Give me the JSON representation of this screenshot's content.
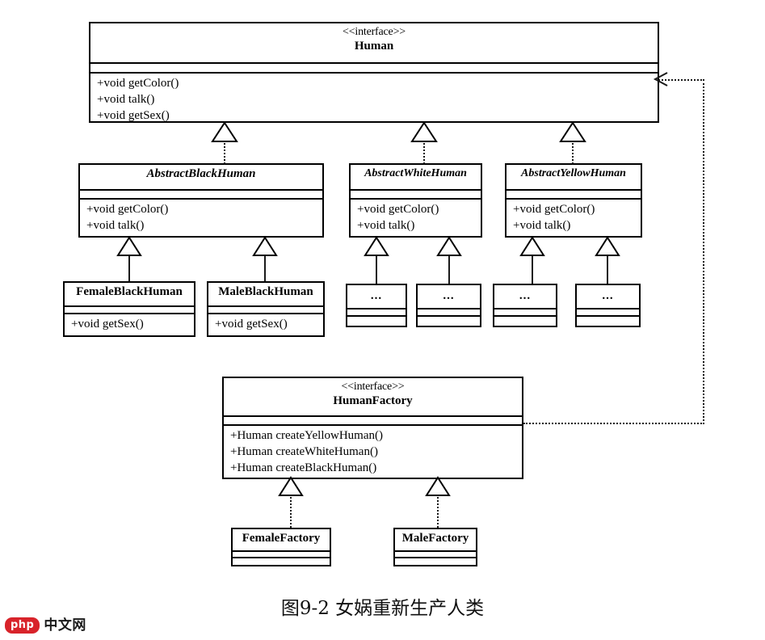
{
  "diagram": {
    "title_caption": "图9-2 女娲重新生产人类",
    "colors": {
      "line": "#1a1a1a",
      "box_border": "#000000",
      "background": "#ffffff",
      "watermark_badge": "#d8232a"
    },
    "classes": {
      "human": {
        "stereotype": "<<interface>>",
        "name": "Human",
        "methods": [
          "+void getColor()",
          "+void talk()",
          "+void getSex()"
        ]
      },
      "abstract_black_human": {
        "name": "AbstractBlackHuman",
        "methods": [
          "+void getColor()",
          "+void talk()"
        ]
      },
      "abstract_white_human": {
        "name": "AbstractWhiteHuman",
        "methods": [
          "+void getColor()",
          "+void talk()"
        ]
      },
      "abstract_yellow_human": {
        "name": "AbstractYellowHuman",
        "methods": [
          "+void getColor()",
          "+void talk()"
        ]
      },
      "female_black_human": {
        "name": "FemaleBlackHuman",
        "methods": [
          "+void getSex()"
        ]
      },
      "male_black_human": {
        "name": "MaleBlackHuman",
        "methods": [
          "+void getSex()"
        ]
      },
      "placeholder_1": {
        "name": "..."
      },
      "placeholder_2": {
        "name": "..."
      },
      "placeholder_3": {
        "name": "..."
      },
      "placeholder_4": {
        "name": "..."
      },
      "human_factory": {
        "stereotype": "<<interface>>",
        "name": "HumanFactory",
        "methods": [
          "+Human createYellowHuman()",
          "+Human createWhiteHuman()",
          "+Human createBlackHuman()"
        ]
      },
      "female_factory": {
        "name": "FemaleFactory"
      },
      "male_factory": {
        "name": "MaleFactory"
      }
    },
    "relationships": [
      {
        "type": "realization",
        "from": "AbstractBlackHuman",
        "to": "Human"
      },
      {
        "type": "realization",
        "from": "AbstractWhiteHuman",
        "to": "Human"
      },
      {
        "type": "realization",
        "from": "AbstractYellowHuman",
        "to": "Human"
      },
      {
        "type": "generalization",
        "from": "FemaleBlackHuman",
        "to": "AbstractBlackHuman"
      },
      {
        "type": "generalization",
        "from": "MaleBlackHuman",
        "to": "AbstractBlackHuman"
      },
      {
        "type": "generalization",
        "from": "...",
        "to": "AbstractWhiteHuman"
      },
      {
        "type": "generalization",
        "from": "...",
        "to": "AbstractWhiteHuman"
      },
      {
        "type": "generalization",
        "from": "...",
        "to": "AbstractYellowHuman"
      },
      {
        "type": "generalization",
        "from": "...",
        "to": "AbstractYellowHuman"
      },
      {
        "type": "realization",
        "from": "FemaleFactory",
        "to": "HumanFactory"
      },
      {
        "type": "realization",
        "from": "MaleFactory",
        "to": "HumanFactory"
      },
      {
        "type": "dependency",
        "from": "HumanFactory",
        "to": "Human"
      }
    ]
  },
  "watermark": {
    "badge": "php",
    "text": "中文网"
  }
}
